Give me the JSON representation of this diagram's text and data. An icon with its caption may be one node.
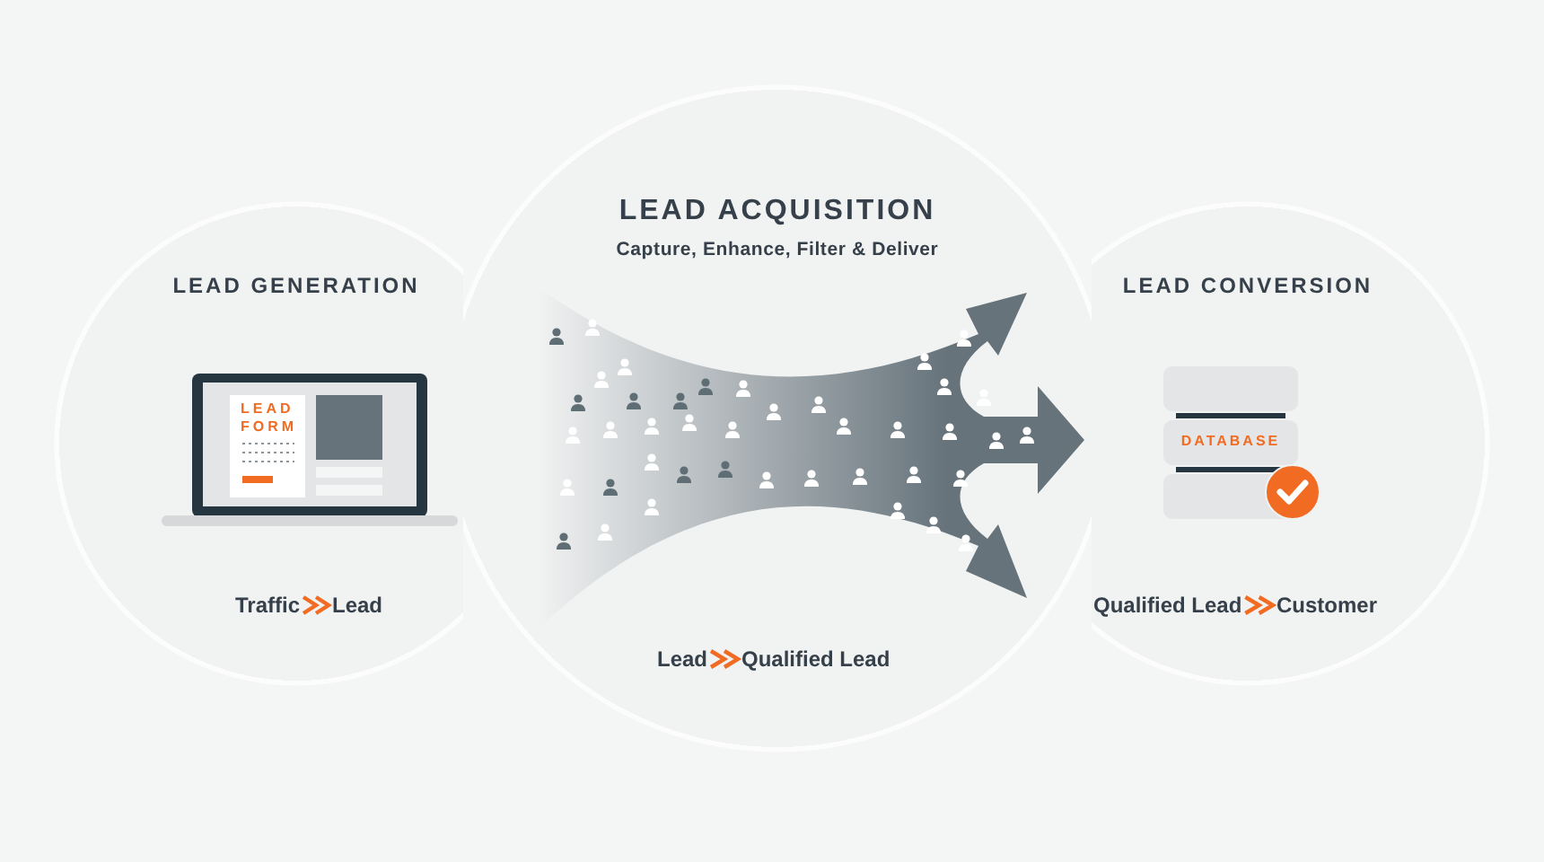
{
  "diagram": {
    "nodes": [
      {
        "text": [
          "LEAD GENERATION"
        ]
      },
      {
        "text": [
          "LEAD FORM"
        ],
        "in": 0
      },
      {
        "text": [
          "Traffic"
        ],
        "in": 0
      },
      {
        "text": [
          "Lead"
        ],
        "in": 0
      },
      {
        "text": [
          "LEAD ACQUISITION",
          "Capture, Enhance, Filter & Deliver"
        ]
      },
      {
        "text": [
          "Lead"
        ],
        "in": 4
      },
      {
        "text": [
          "Qualified Lead"
        ],
        "in": 4
      },
      {
        "text": [
          "LEAD CONVERSION"
        ]
      },
      {
        "text": [
          "DATABASE"
        ],
        "in": 7
      },
      {
        "text": [
          "Qualified Lead"
        ],
        "in": 7
      },
      {
        "text": [
          "Customer"
        ],
        "in": 7
      }
    ],
    "edges": [
      {
        "from": 2,
        "to": 3,
        "arrow": "to"
      },
      {
        "from": 5,
        "to": 6,
        "arrow": "to"
      },
      {
        "from": 9,
        "to": 10,
        "arrow": "to"
      }
    ]
  }
}
